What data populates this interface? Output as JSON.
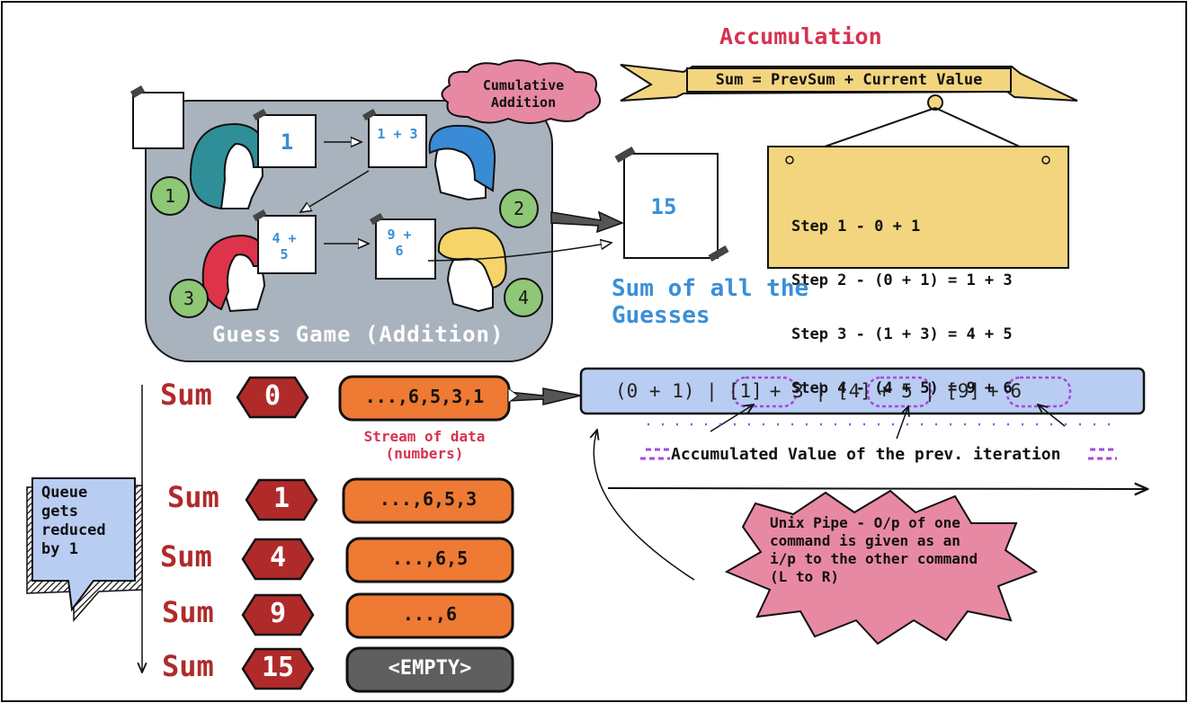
{
  "title": "Accumulation",
  "banner": "Sum = PrevSum + Current Value",
  "steps": [
    "Step 1 - 0 + 1",
    "Step 2 - (0 + 1) = 1 + 3",
    "Step 3 - (1 + 3) = 4 + 5",
    "Step 4 - (4 + 5) = 9 + 6"
  ],
  "cloud_label": "Cumulative Addition",
  "game": {
    "label": "Guess Game (Addition)",
    "cards": [
      "1",
      "1 + 3",
      "4 + 5",
      "9 + 6"
    ],
    "players": [
      "1",
      "2",
      "3",
      "4"
    ],
    "result": "15",
    "result_caption": "Sum of all the Guesses"
  },
  "stages": [
    {
      "sum_label": "Sum",
      "sum": "0",
      "stream": "...,6,5,3,1"
    },
    {
      "sum_label": "Sum",
      "sum": "1",
      "stream": "...,6,5,3"
    },
    {
      "sum_label": "Sum",
      "sum": "4",
      "stream": "...,6,5"
    },
    {
      "sum_label": "Sum",
      "sum": "9",
      "stream": "...,6"
    },
    {
      "sum_label": "Sum",
      "sum": "15",
      "stream": "<EMPTY>"
    }
  ],
  "stream_caption": "Stream of data (numbers)",
  "pipe": {
    "segments": [
      "(0 + 1) |",
      "[1]",
      "+ 3 |",
      "[4]",
      "+ 5 |",
      "[9]",
      "+ 6"
    ]
  },
  "accumulated_label": "Accumulated Value of the prev. iteration",
  "queue_note": "Queue gets reduced by 1",
  "unix_note": "Unix Pipe - O/p of one command is given as an i/p to the other command (L to R)",
  "colors": {
    "title_red": "#d6334f",
    "sum_red": "#b02a2a",
    "stream_orange": "#ee7a33",
    "empty_gray": "#5f5f5f",
    "game_bg": "#a9b3bd",
    "banner_yellow": "#f3d580",
    "guess_blue": "#3a8fd6",
    "pipe_blue": "#b9cdf2",
    "accent_purple": "#a648e0",
    "cloud_pink": "#e889a4",
    "player_green": "#8ec775"
  }
}
